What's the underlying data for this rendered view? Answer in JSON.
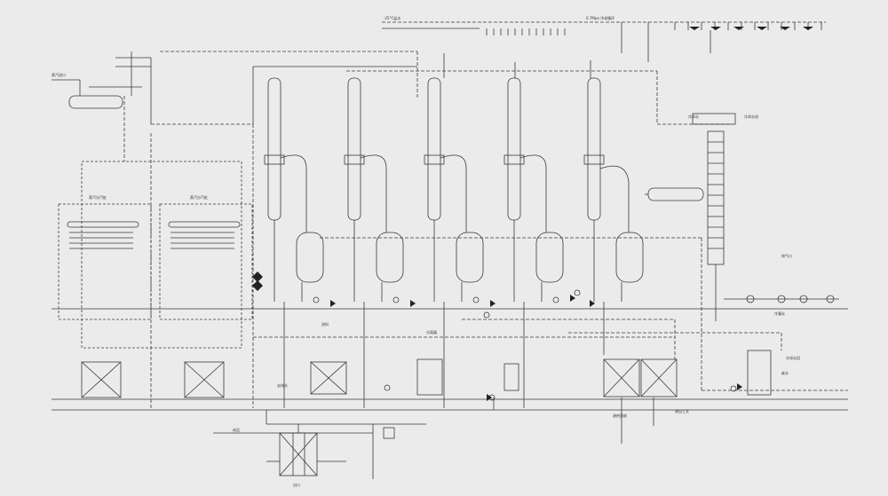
{
  "labels": {
    "top_left": "-25°C盐水",
    "top_right": "0.7Mpa 冷却循环",
    "steam_inlet": "蒸汽进口",
    "cooling_water": "冷却水",
    "cw_supply": "冷却水进",
    "cw_return": "冷却水回",
    "exhaust": "排气口",
    "condensate": "冷凝水",
    "waste": "废水",
    "to_drain": "去排水",
    "product": "成品",
    "separator": "分离器",
    "steam_drum1": "蒸汽分汽缸",
    "steam_drum2": "蒸汽分汽缸",
    "feed": "进料",
    "solvent_recovery": "溶剂回收",
    "from_process": "来自工艺",
    "outlet": "出口"
  },
  "colors": {
    "background": "#ebebeb",
    "line": "#3a3a3a",
    "dashed": "#555555",
    "fill_dark": "#222222"
  }
}
